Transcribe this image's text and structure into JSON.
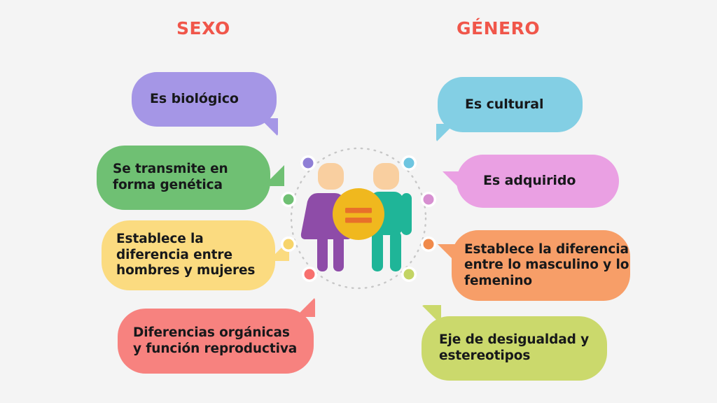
{
  "background_color": "#f4f4f4",
  "headers": {
    "left": {
      "label": "SEXO",
      "color": "#f0564a"
    },
    "right": {
      "label": "GÉNERO",
      "color": "#f0564a"
    }
  },
  "columns": {
    "sexo": {
      "title": "SEXO",
      "bubbles": [
        {
          "id": "es-biologico",
          "text": "Es biológico",
          "color": "#a596e6",
          "tail": "bottom-right"
        },
        {
          "id": "se-transmite",
          "text": "Se transmite en\nforma genética",
          "color": "#6fc073",
          "tail": "right"
        },
        {
          "id": "establece-hombres-mujeres",
          "text": "Establece la\ndiferencia entre\nhombres y mujeres",
          "color": "#fbdb80",
          "tail": "right"
        },
        {
          "id": "diferencias-organicas",
          "text": "Diferencias orgánicas\ny función reproductiva",
          "color": "#f7827f",
          "tail": "top-right"
        }
      ]
    },
    "genero": {
      "title": "GÉNERO",
      "bubbles": [
        {
          "id": "es-cultural",
          "text": "Es cultural",
          "color": "#83cfe4",
          "tail": "bottom-left"
        },
        {
          "id": "es-adquirido",
          "text": "Es adquirido",
          "color": "#eaa0e3",
          "tail": "left"
        },
        {
          "id": "establece-masculino-femenino",
          "text": "Establece la diferencia\nentre lo masculino y lo\nfemenino",
          "color": "#f79e68",
          "tail": "left"
        },
        {
          "id": "eje-desigualdad",
          "text": "Eje de desigualdad y\nestereotipos",
          "color": "#cbd96c",
          "tail": "top-left"
        }
      ]
    }
  },
  "illustration": {
    "name": "gender-equality-figures",
    "description": "Two human figures with an equals sign between them inside a dotted circle",
    "figure_left_color": "#8e4ca8",
    "figure_right_color": "#1fb598",
    "skin_color": "#f9cfa0",
    "equals_circle_color": "#f0b81e",
    "equals_sign_color": "#e8702a",
    "dotted_ring_color": "#c9c9c9",
    "ring_dots": [
      {
        "position": "top-left",
        "color": "#8f7fd6"
      },
      {
        "position": "top-right",
        "color": "#6ec5e0"
      },
      {
        "position": "left",
        "color": "#6fc073"
      },
      {
        "position": "right",
        "color": "#d78fd1"
      },
      {
        "position": "lower-left",
        "color": "#f7d46a"
      },
      {
        "position": "lower-right",
        "color": "#f08a4b"
      },
      {
        "position": "bottom-left",
        "color": "#f7706e"
      },
      {
        "position": "bottom-right",
        "color": "#c3d464"
      }
    ]
  }
}
